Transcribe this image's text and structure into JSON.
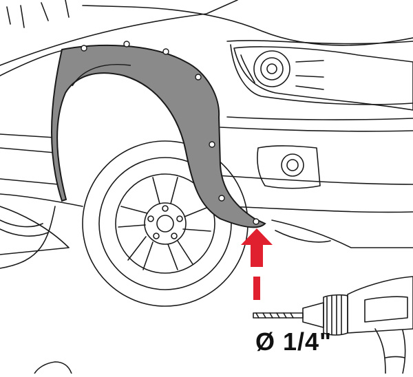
{
  "figure": {
    "drill_size_label": "Ø 1/4\"",
    "arrow_color": "#e0202e",
    "fender_flare_color": "#8a8a8a",
    "line_color": "#1a1a1a",
    "icons": [
      "truck-front-quarter-drawing",
      "fender-flare",
      "up-arrow-icon",
      "power-drill-icon",
      "wheel-icon"
    ]
  }
}
